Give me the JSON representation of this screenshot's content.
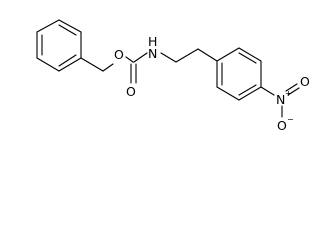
{
  "structure": {
    "atoms": {
      "o_ester": "O",
      "o_carbonyl": "O",
      "n_carbamate": "N",
      "h_carbamate": "H",
      "n_nitro": "N",
      "n_nitro_charge": "+",
      "o_nitro_top": "O",
      "o_nitro_bottom": "O",
      "o_nitro_charge": "−"
    }
  }
}
